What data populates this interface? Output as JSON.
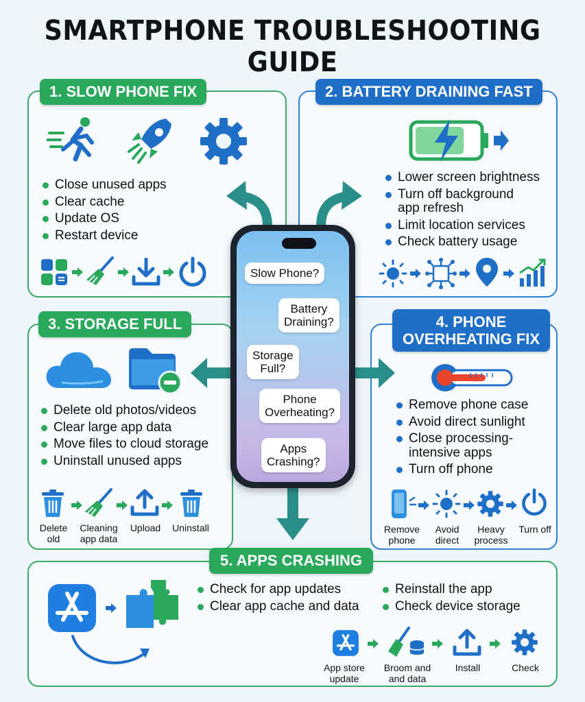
{
  "title": "SMARTPHONE TROUBLESHOOTING GUIDE",
  "sections": {
    "slow": {
      "tag": "1. SLOW PHONE FIX",
      "items": [
        "Close unused apps",
        "Clear cache",
        "Update OS",
        "Restart device"
      ]
    },
    "battery": {
      "tag": "2. BATTERY DRAINING FAST",
      "items": [
        "Lower screen brightness",
        "Turn off background",
        "app refresh",
        "Limit location services",
        "Check battery usage"
      ]
    },
    "storage": {
      "tag": "3. STORAGE FULL",
      "items": [
        "Delete old photos/videos",
        "Clear large app data",
        "Move files to cloud storage",
        "Uninstall unused apps"
      ],
      "flow": [
        {
          "line1": "Delete",
          "line2": "old"
        },
        {
          "line1": "Cleaning",
          "line2": "app data"
        },
        {
          "line1": "Upload",
          "line2": ""
        },
        {
          "line1": "Uninstall",
          "line2": ""
        }
      ]
    },
    "overheat": {
      "tag_line1": "4. PHONE",
      "tag_line2": "OVERHEATING FIX",
      "items": [
        "Remove phone case",
        "Avoid direct sunlight",
        "Close processing-",
        "intensive apps",
        "Turn off phone"
      ],
      "flow": [
        {
          "line1": "Remove",
          "line2": "phone"
        },
        {
          "line1": "Avoid",
          "line2": "direct"
        },
        {
          "line1": "Heavy",
          "line2": "process"
        },
        {
          "line1": "Turn off",
          "line2": ""
        }
      ]
    },
    "apps": {
      "tag": "5. APPS CRASHING",
      "items_left": [
        "Check for app updates",
        "Clear app cache and data"
      ],
      "items_right": [
        "Reinstall the app",
        "Check device storage"
      ],
      "flow": [
        {
          "line1": "App store",
          "line2": "update"
        },
        {
          "line1": "Broom and",
          "line2": "and data"
        },
        {
          "line1": "Install",
          "line2": ""
        },
        {
          "line1": "Check",
          "line2": ""
        }
      ]
    }
  },
  "phone": {
    "bubbles": [
      {
        "line1": "Slow Phone?",
        "line2": ""
      },
      {
        "line1": "Battery",
        "line2": "Draining?"
      },
      {
        "line1": "Storage",
        "line2": "Full?"
      },
      {
        "line1": "Phone",
        "line2": "Overheating?"
      },
      {
        "line1": "Apps",
        "line2": "Crashing?"
      }
    ]
  },
  "colors": {
    "green": "#2aa85c",
    "blue": "#1f6fc8",
    "teal_arrow": "#2a8f88"
  }
}
